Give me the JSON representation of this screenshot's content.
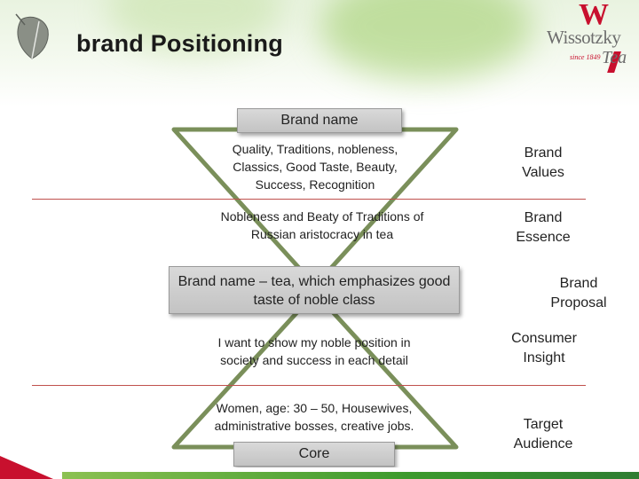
{
  "header": {
    "title": "brand Positioning"
  },
  "logo": {
    "brand": "Wissotzky",
    "w": "W",
    "since": "since 1849",
    "tea": "Tea"
  },
  "diagram": {
    "top_box": "Brand name",
    "bottom_box": "Core",
    "proposal_box": "Brand name – tea, which emphasizes good taste of noble class",
    "values_text": "Quality, Traditions, nobleness, Classics, Good Taste, Beauty, Success, Recognition",
    "essence_text": "Nobleness and Beaty of Traditions of Russian aristocracy in tea",
    "insight_text": "I want to show my noble position in society and success in each detail",
    "audience_text": "Women, age: 30 – 50, Housewives, administrative bosses, creative jobs."
  },
  "labels": {
    "values": "Brand Values",
    "essence": "Brand Essence",
    "proposal": "Brand Proposal",
    "insight": "Consumer Insight",
    "audience": "Target Audience"
  },
  "colors": {
    "triangle": "#7a8f5a",
    "divider": "#c0504d",
    "logo_red": "#c8102e"
  }
}
